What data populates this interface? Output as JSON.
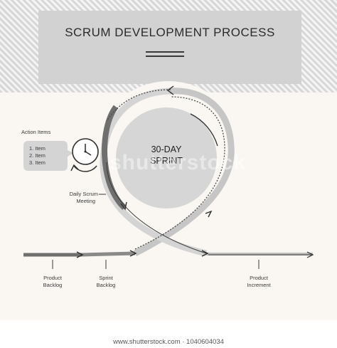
{
  "title": "SCRUM DEVELOPMENT PROCESS",
  "center": {
    "line1": "30-DAY",
    "line2": "SPRINT"
  },
  "action_items": {
    "heading": "Action Items",
    "items": [
      "1. Item",
      "2. Item",
      "3. Item"
    ]
  },
  "labels": {
    "daily_scrum_1": "Daily Scrum",
    "daily_scrum_2": "Meeting",
    "product_backlog_1": "Product",
    "product_backlog_2": "Backlog",
    "sprint_backlog_1": "Sprint",
    "sprint_backlog_2": "Backlog",
    "product_increment_1": "Product",
    "product_increment_2": "Increment"
  },
  "watermark": "shutterstock",
  "footer": "www.shutterstock.com · 1040604034",
  "colors": {
    "title_box": "#d2d2d2",
    "hatch_dark": "#d7d7d7",
    "background": "#faf7f2",
    "track_dark": "#6f6f6f",
    "track_light": "#c6c6c6",
    "center_circle": "#d6d6d6",
    "text": "#2b2b2b"
  },
  "icons": [
    "clock-icon",
    "refresh-arrow-icon"
  ]
}
